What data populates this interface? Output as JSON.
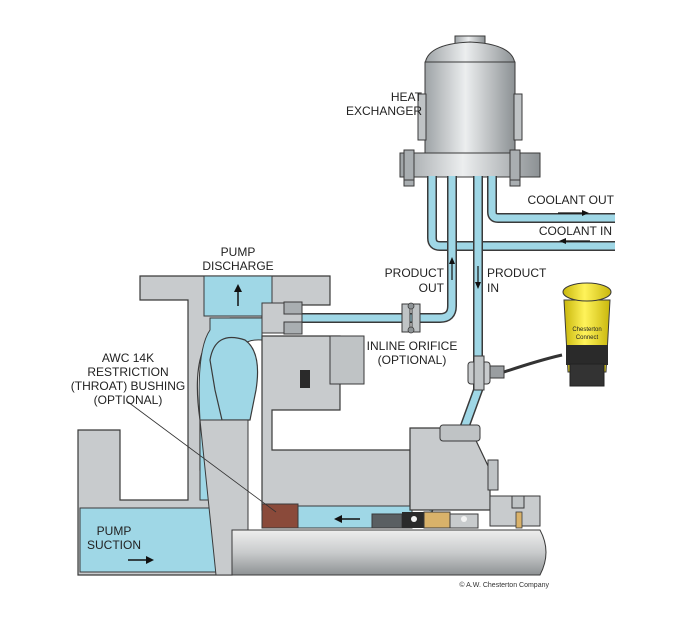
{
  "labels": {
    "heat_exchanger": [
      "HEAT",
      "EXCHANGER"
    ],
    "coolant_out": "COOLANT OUT",
    "coolant_in": "COOLANT IN",
    "pump_discharge": [
      "PUMP",
      "DISCHARGE"
    ],
    "product_out": [
      "PRODUCT",
      "OUT"
    ],
    "product_in": [
      "PRODUCT",
      "IN"
    ],
    "inline_orifice": [
      "INLINE ORIFICE",
      "(OPTIONAL)"
    ],
    "bushing": [
      "AWC 14K",
      "RESTRICTION",
      "(THROAT) BUSHING",
      "(OPTIONAL)"
    ],
    "pump_suction": [
      "PUMP",
      "SUCTION"
    ],
    "sensor_brand": [
      "Chesterton",
      "Connect"
    ],
    "copyright": "© A.W. Chesterton Company"
  },
  "colors": {
    "fluid": "#9fd7e6",
    "fluid_dark": "#6fb8cc",
    "metal": "#c8cbcd",
    "metal_dark": "#8e9396",
    "outline": "#3a3a3a",
    "sensor_yellow": "#f2e31b",
    "bushing_brown": "#8a4a3a"
  },
  "icons": [
    "flow-arrow-icon",
    "sensor-icon",
    "valve-icon",
    "flange-icon"
  ]
}
